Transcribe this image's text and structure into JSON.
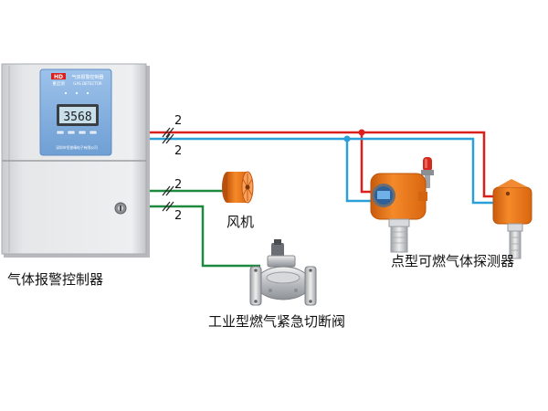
{
  "controller": {
    "label": "气体报警控制器",
    "brand_mark": "HD",
    "brand_sub": "重启测",
    "panel_title": "气体报警控制器",
    "panel_subtitle": "GAS DETECTOR",
    "display_value": "3568",
    "footer_text": "深圳市恒誉精电子有限公司"
  },
  "wire_counts": {
    "red_line": "2",
    "blue_line": "2",
    "green_upper": "2",
    "green_lower": "2"
  },
  "devices": {
    "fan": {
      "label": "风机"
    },
    "detectors": {
      "label": "点型可燃气体探测器"
    },
    "valve": {
      "label": "工业型燃气紧急切断阀"
    }
  },
  "colors": {
    "red_wire": "#d9201c",
    "blue_wire": "#2b9fd8",
    "green_wire": "#1e8a40",
    "panel_blue": "#8ab4e2",
    "detector_orange": "#f07a1a",
    "fan_orange": "#ee6a1a"
  },
  "icons": [
    "fan-icon",
    "gas-detector-icon",
    "cut-off-valve-icon",
    "alarm-lamp-icon",
    "key-lock-icon"
  ]
}
